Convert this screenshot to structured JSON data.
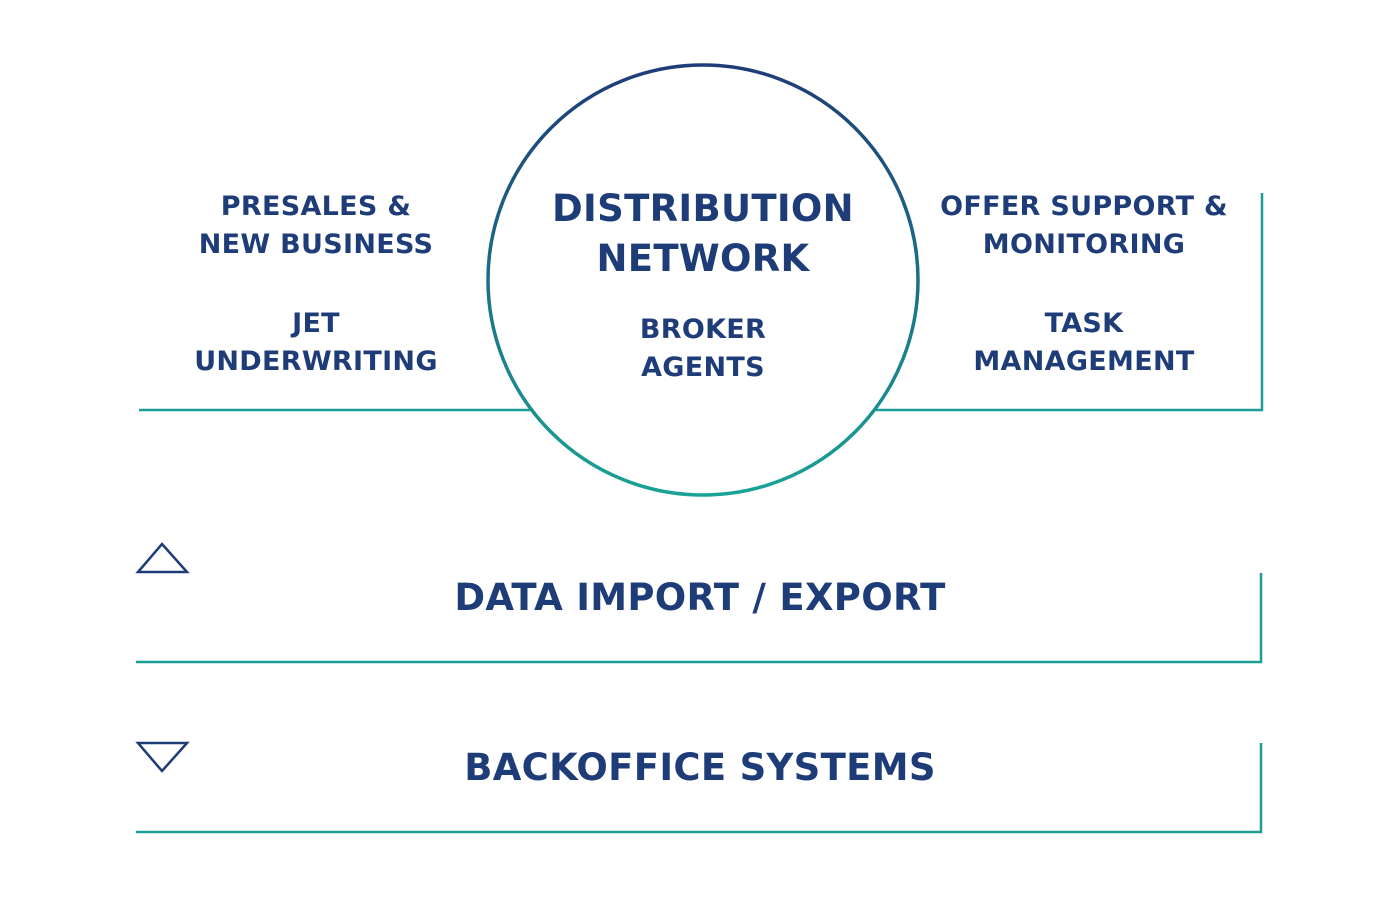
{
  "colors": {
    "text": "#1d3c78",
    "line": "#1a9e96",
    "circle_top": "#1d3c78",
    "circle_bottom": "#18a395"
  },
  "center": {
    "title_lines": [
      "DISTRIBUTION",
      "NETWORK"
    ],
    "subtitle_lines": [
      "BROKER",
      "AGENTS"
    ]
  },
  "left": {
    "item1_lines": [
      "PRESALES &",
      "NEW BUSINESS"
    ],
    "item2_lines": [
      "JET",
      "UNDERWRITING"
    ]
  },
  "right": {
    "item1_lines": [
      "OFFER SUPPORT &",
      "MONITORING"
    ],
    "item2_lines": [
      "TASK",
      "MANAGEMENT"
    ]
  },
  "layers": [
    {
      "label": "DATA IMPORT / EXPORT",
      "icon": "triangle-up-icon"
    },
    {
      "label": "BACKOFFICE SYSTEMS",
      "icon": "triangle-down-icon"
    }
  ]
}
